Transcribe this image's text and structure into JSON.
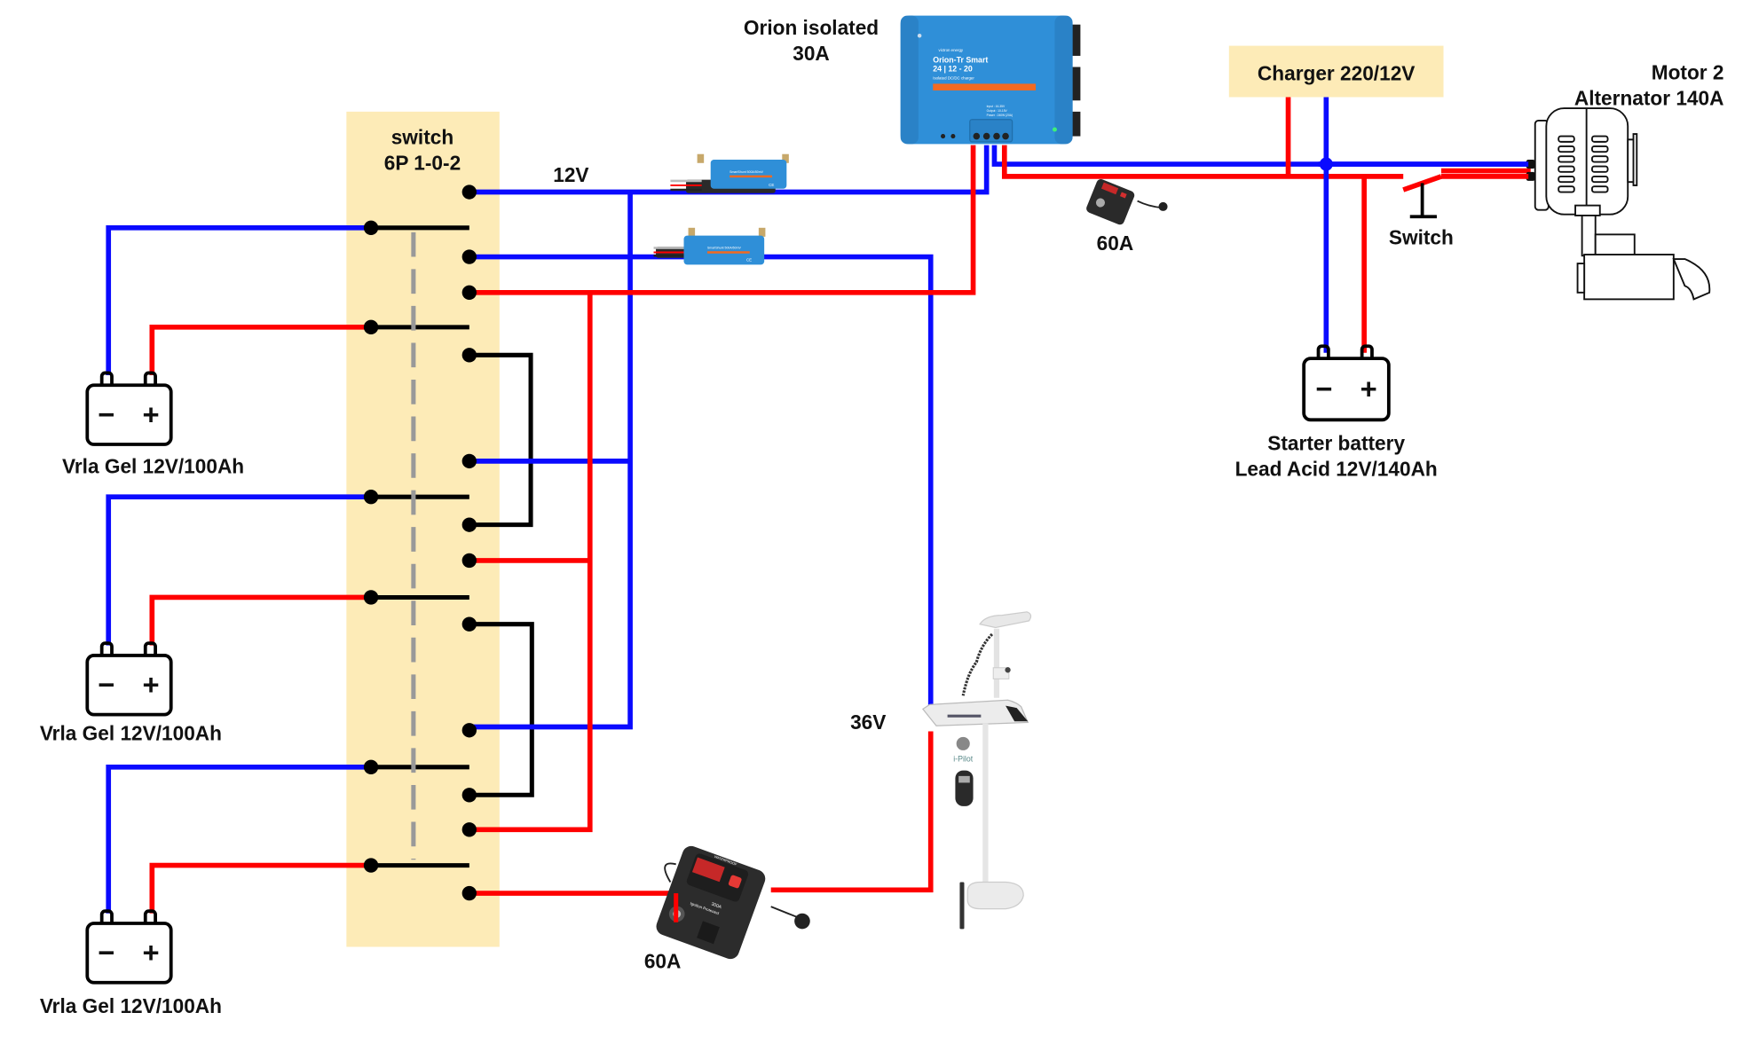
{
  "colors": {
    "negative_wire": "#0a0aff",
    "positive_wire": "#ff0000",
    "jumper_wire": "#000000",
    "switch_band": "#fdebb7",
    "charger_box": "#fdebb7",
    "victron_blue": "#2f8fd8",
    "orange_stripe": "#f26a21"
  },
  "switch": {
    "title_line1": "switch",
    "title_line2": "6P 1-0-2"
  },
  "labels": {
    "v12": "12V",
    "v36": "36V",
    "orion_line1": "Orion isolated",
    "orion_line2": "30A",
    "charger": "Charger 220/12V",
    "motor_line1": "Motor 2",
    "motor_line2": "Alternator 140A",
    "fuse_top": "60A",
    "fuse_bottom": "60A",
    "engine_switch": "Switch",
    "starter_line1": "Starter battery",
    "starter_line2": "Lead Acid 12V/140Ah"
  },
  "batteries": [
    {
      "label": "Vrla Gel 12V/100Ah",
      "minus": "−",
      "plus": "+"
    },
    {
      "label": "Vrla Gel 12V/100Ah",
      "minus": "−",
      "plus": "+"
    },
    {
      "label": "Vrla Gel 12V/100Ah",
      "minus": "−",
      "plus": "+"
    }
  ],
  "starter_battery": {
    "minus": "−",
    "plus": "+"
  },
  "orion_device": {
    "brand": "victron energy",
    "model_line1": "Orion-Tr Smart",
    "model_line2": "24 | 12 - 20",
    "model_line3": "Isolated DC/DC charger",
    "spec1": "Input : 16-35V",
    "spec2": "Output : 10-15V",
    "spec3": "Power : 240W (20A)",
    "port_in": "INPUT",
    "port_out": "OUTPUT"
  },
  "shunts": [
    {
      "model": "SmartShunt 500A/50mV",
      "ce": "CE"
    },
    {
      "model": "SmartShunt 500A/50mV",
      "ce": "CE"
    }
  ],
  "breaker": {
    "rating": "300A",
    "text": "Ignition Protected",
    "brand": "WATERPROOF"
  },
  "trolling_motor": {
    "remote_label": "i-Pilot"
  }
}
